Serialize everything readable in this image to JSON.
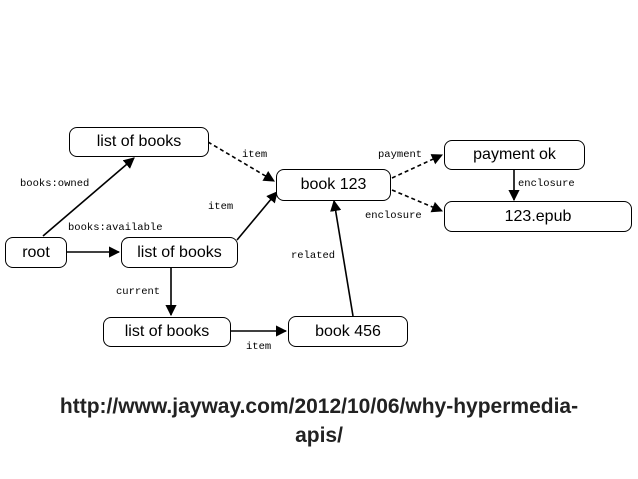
{
  "diagram": {
    "nodes": {
      "list_of_books_top": "list of books",
      "list_of_books_mid": "list of books",
      "list_of_books_bottom": "list of books",
      "root": "root",
      "book_123": "book 123",
      "book_456": "book 456",
      "payment_ok": "payment ok",
      "epub": "123.epub"
    },
    "edge_labels": {
      "books_owned": "books:owned",
      "books_available": "books:available",
      "item_top": "item",
      "item_mid": "item",
      "item_bottom": "item",
      "current": "current",
      "related": "related",
      "payment": "payment",
      "enclosure_right": "enclosure",
      "enclosure_mid": "enclosure"
    }
  },
  "footer": {
    "url_line1": "http://www.jayway.com/2012/10/06/why-hypermedia-",
    "url_line2": "apis/"
  }
}
